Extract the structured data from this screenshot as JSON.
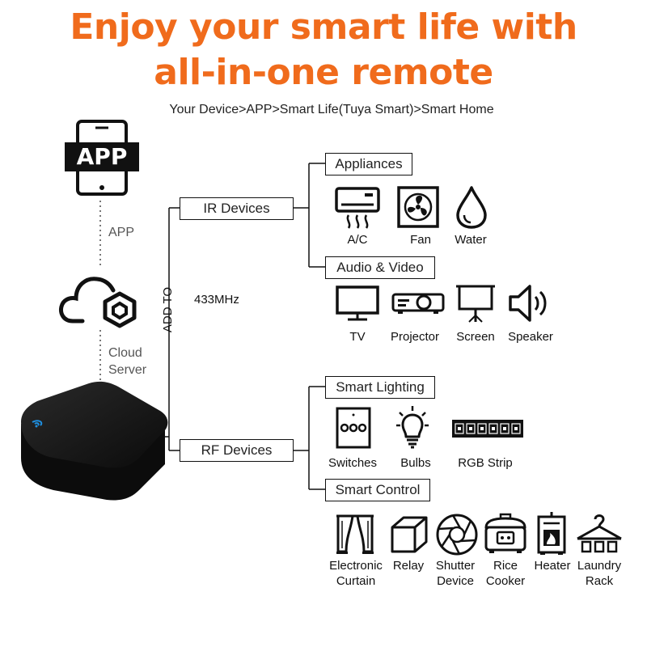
{
  "header": {
    "title_line1": "Enjoy your smart life with",
    "title_line2": "all-in-one remote",
    "subtitle": "Your Device>APP>Smart Life(Tuya Smart)>Smart Home"
  },
  "left_column": {
    "app_icon_text": "APP",
    "app_label": "APP",
    "cloud_label_line1": "Cloud",
    "cloud_label_line2": "Server"
  },
  "connector": {
    "add_to": "ADD TO",
    "frequency": "433MHz"
  },
  "ir": {
    "label": "IR Devices",
    "appliances": {
      "label": "Appliances",
      "items": [
        {
          "label": "A/C",
          "icon": "air-conditioner-icon"
        },
        {
          "label": "Fan",
          "icon": "fan-icon"
        },
        {
          "label": "Water",
          "icon": "water-drop-icon"
        }
      ]
    },
    "audio_video": {
      "label": "Audio & Video",
      "items": [
        {
          "label": "TV",
          "icon": "tv-icon"
        },
        {
          "label": "Projector",
          "icon": "projector-icon"
        },
        {
          "label": "Screen",
          "icon": "projection-screen-icon"
        },
        {
          "label": "Speaker",
          "icon": "speaker-icon"
        }
      ]
    }
  },
  "rf": {
    "label": "RF Devices",
    "smart_lighting": {
      "label": "Smart Lighting",
      "items": [
        {
          "label": "Switches",
          "icon": "wall-switch-icon"
        },
        {
          "label": "Bulbs",
          "icon": "light-bulb-icon"
        },
        {
          "label": "RGB Strip",
          "icon": "led-strip-icon"
        }
      ]
    },
    "smart_control": {
      "label": "Smart Control",
      "items": [
        {
          "label_line1": "Electronic",
          "label_line2": "Curtain",
          "icon": "curtain-icon"
        },
        {
          "label_line1": "Relay",
          "label_line2": "",
          "icon": "relay-box-icon"
        },
        {
          "label_line1": "Shutter",
          "label_line2": "Device",
          "icon": "shutter-icon"
        },
        {
          "label_line1": "Rice",
          "label_line2": "Cooker",
          "icon": "rice-cooker-icon"
        },
        {
          "label_line1": "Heater",
          "label_line2": "",
          "icon": "heater-icon"
        },
        {
          "label_line1": "Laundry",
          "label_line2": "Rack",
          "icon": "laundry-rack-icon"
        }
      ]
    }
  },
  "colors": {
    "title": "#f06b1c",
    "hub_body": "#151515",
    "status_led": "#1e8fe0"
  }
}
